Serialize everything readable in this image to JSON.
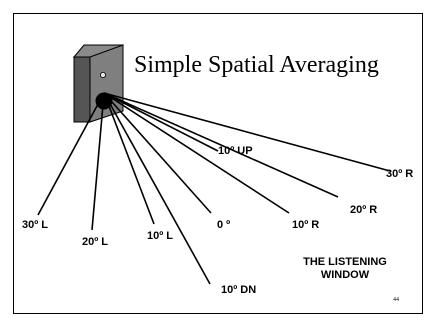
{
  "title": "Simple Spatial Averaging",
  "directions": [
    {
      "id": "30L",
      "label": "30º L"
    },
    {
      "id": "20L",
      "label": "20º L"
    },
    {
      "id": "10L",
      "label": "10º L"
    },
    {
      "id": "0",
      "label": "0 º"
    },
    {
      "id": "10DN",
      "label": "10º DN"
    },
    {
      "id": "10R",
      "label": "10º R"
    },
    {
      "id": "20R",
      "label": "20º R"
    },
    {
      "id": "30R",
      "label": "30º R"
    },
    {
      "id": "10UP",
      "label": "10º UP"
    }
  ],
  "window_label_line1": "THE LISTENING",
  "window_label_line2": "WINDOW",
  "page_number": "44"
}
